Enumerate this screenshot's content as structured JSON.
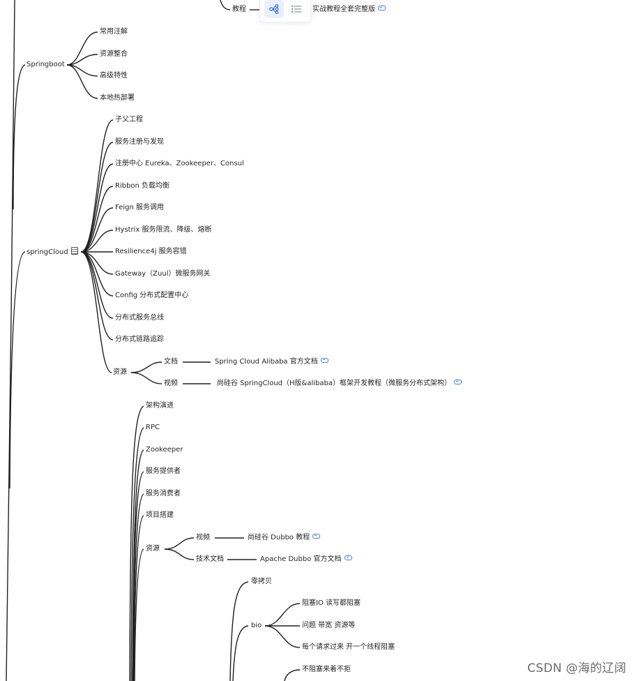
{
  "toolbar": {
    "mindmap_icon": "mindmap-icon",
    "outline_icon": "list-icon",
    "accent_color": "#4a7bd6"
  },
  "top": {
    "tutorial_label": "教程",
    "tutorial_link": "实战教程全套完整版"
  },
  "springboot": {
    "label": "Springboot",
    "items": [
      "常用注解",
      "资源整合",
      "高级特性",
      "本地热部署"
    ]
  },
  "springcloud": {
    "label": "springCloud",
    "items": [
      "子父工程",
      "服务注册与发现",
      "注册中心 Eureka、Zookeeper、Consul",
      "Ribbon 负载均衡",
      "Feign 服务调用",
      "Hystrix 服务限流、降级、熔断",
      "Resilience4j 服务容错",
      "Gateway（Zuul）微服务网关",
      "Config 分布式配置中心",
      "分布式服务总线",
      "分布式链路追踪"
    ],
    "resources_label": "资源",
    "doc_label": "文档",
    "doc_link": "Spring Cloud Alibaba 官方文档",
    "video_label": "视频",
    "video_link": "尚硅谷 SpringCloud（H版&alibaba）框架开发教程（微服务分布式架构）"
  },
  "dubbo": {
    "items": [
      "架构演进",
      "RPC",
      "Zookeeper",
      "服务提供者",
      "服务消费者",
      "项目搭建"
    ],
    "resources_label": "资源",
    "video_label": "视频",
    "video_link": "尚硅谷 Dubbo 教程",
    "doc_label": "技术文档",
    "doc_link": "Apache Dubbo 官方文档"
  },
  "netty": {
    "zero_copy": "零拷贝",
    "bio_label": "bio",
    "bio_items": [
      "阻塞IO 读写都阻塞",
      "问题 带宽 资源等",
      "每个请求过来 开一个线程阻塞"
    ],
    "next_item": "不阻塞来着不拒"
  },
  "watermark": "CSDN @海的辽阔"
}
